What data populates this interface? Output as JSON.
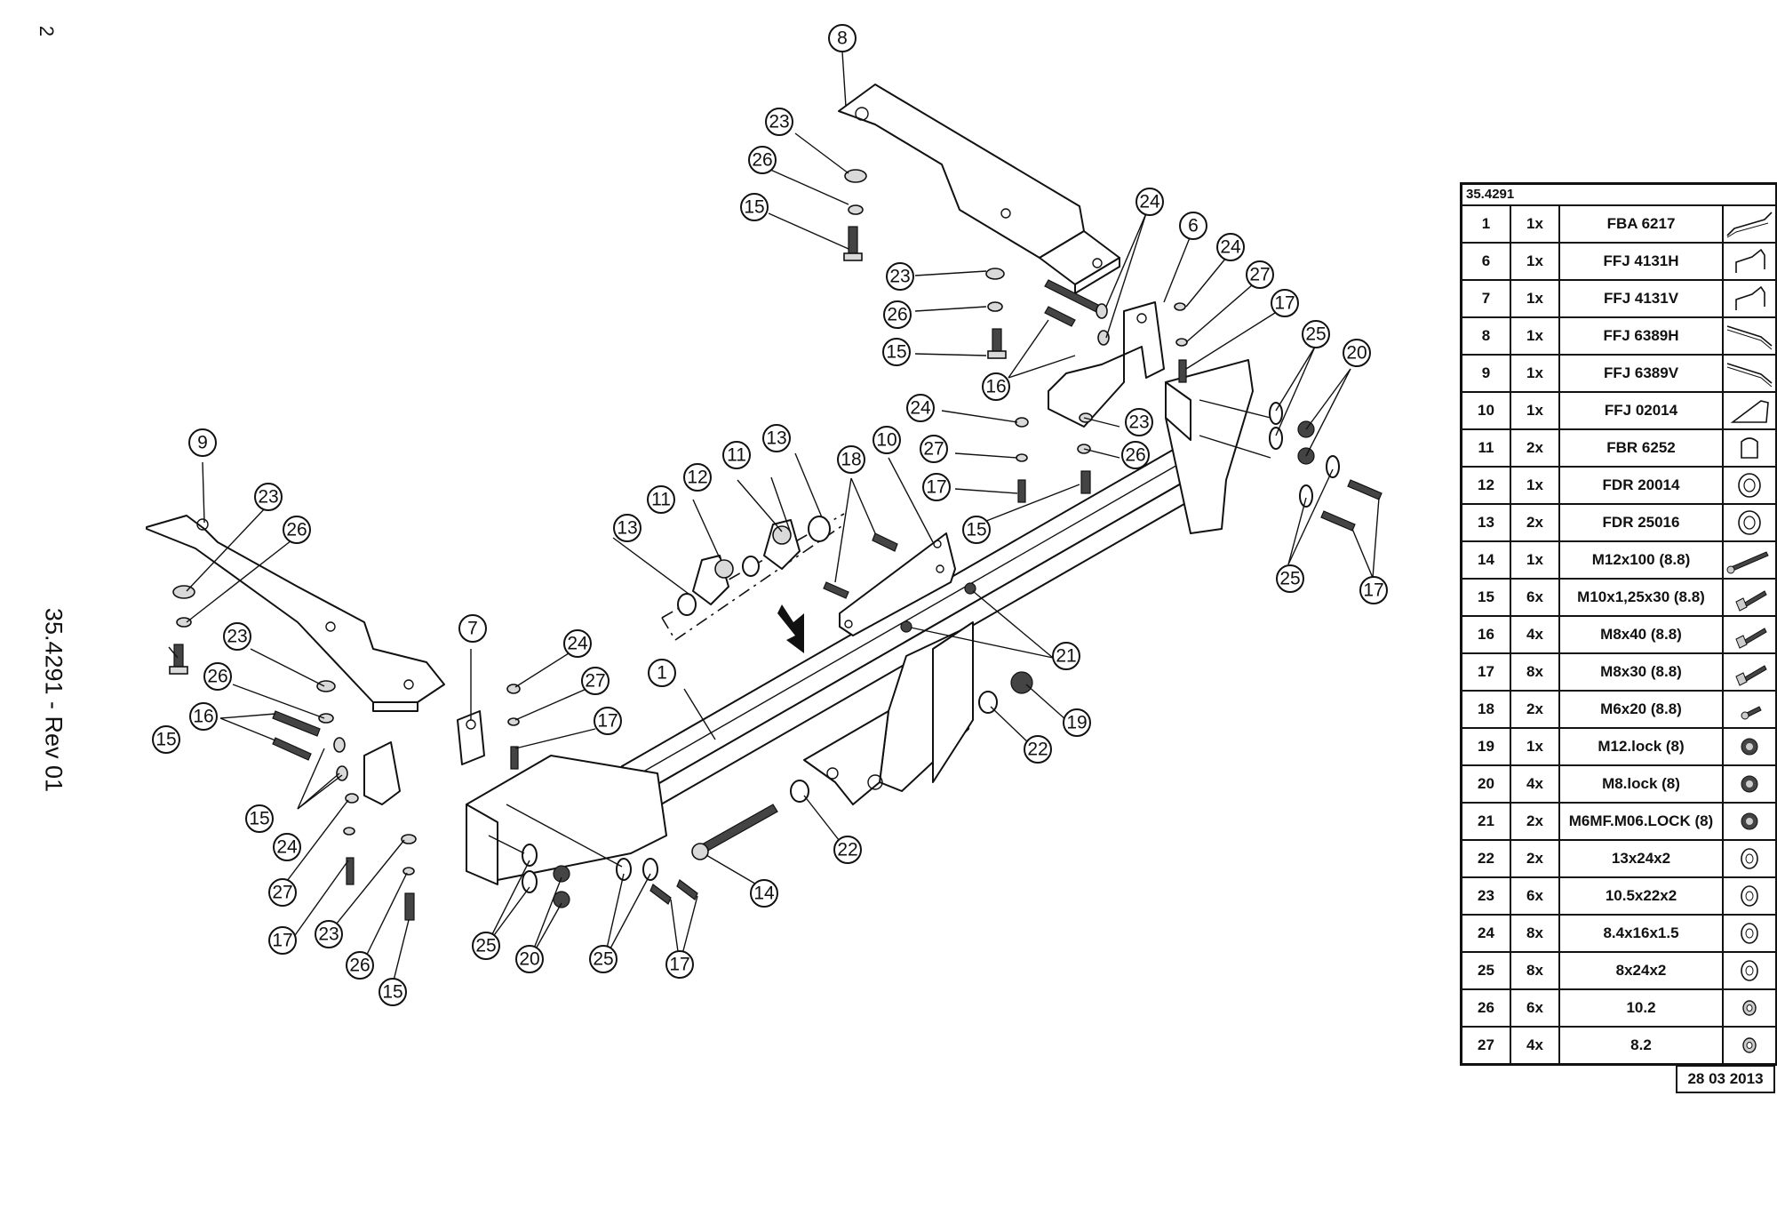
{
  "page_number": "2",
  "document": {
    "reference": "35.4291 - Rev 01"
  },
  "callouts": [
    "1",
    "6",
    "7",
    "8",
    "9",
    "10",
    "11",
    "12",
    "13",
    "14",
    "15",
    "16",
    "17",
    "18",
    "19",
    "20",
    "21",
    "22",
    "23",
    "24",
    "25",
    "26",
    "27"
  ],
  "parts_list": {
    "header": "35.4291",
    "rows": [
      {
        "pos": "1",
        "qty": "1x",
        "code": "FBA 6217",
        "icon": "tow-bar-bracket-icon"
      },
      {
        "pos": "6",
        "qty": "1x",
        "code": "FFJ 4131H",
        "icon": "side-bracket-icon"
      },
      {
        "pos": "7",
        "qty": "1x",
        "code": "FFJ 4131V",
        "icon": "side-bracket-icon"
      },
      {
        "pos": "8",
        "qty": "1x",
        "code": "FFJ 6389H",
        "icon": "long-bracket-icon"
      },
      {
        "pos": "9",
        "qty": "1x",
        "code": "FFJ 6389V",
        "icon": "long-bracket-icon"
      },
      {
        "pos": "10",
        "qty": "1x",
        "code": "FFJ 02014",
        "icon": "socket-plate-icon"
      },
      {
        "pos": "11",
        "qty": "2x",
        "code": "FBR 6252",
        "icon": "spacer-block-icon"
      },
      {
        "pos": "12",
        "qty": "1x",
        "code": "FDR 20014",
        "icon": "bush-icon"
      },
      {
        "pos": "13",
        "qty": "2x",
        "code": "FDR 25016",
        "icon": "bush-icon"
      },
      {
        "pos": "14",
        "qty": "1x",
        "code": "M12x100 (8.8)",
        "icon": "long-bolt-icon"
      },
      {
        "pos": "15",
        "qty": "6x",
        "code": "M10x1,25x30 (8.8)",
        "icon": "bolt-icon"
      },
      {
        "pos": "16",
        "qty": "4x",
        "code": "M8x40 (8.8)",
        "icon": "bolt-icon"
      },
      {
        "pos": "17",
        "qty": "8x",
        "code": "M8x30 (8.8)",
        "icon": "bolt-icon"
      },
      {
        "pos": "18",
        "qty": "2x",
        "code": "M6x20 (8.8)",
        "icon": "small-bolt-icon"
      },
      {
        "pos": "19",
        "qty": "1x",
        "code": "M12.lock (8)",
        "icon": "lock-nut-icon"
      },
      {
        "pos": "20",
        "qty": "4x",
        "code": "M8.lock (8)",
        "icon": "lock-nut-icon"
      },
      {
        "pos": "21",
        "qty": "2x",
        "code": "M6MF.M06.LOCK (8)",
        "icon": "lock-nut-icon"
      },
      {
        "pos": "22",
        "qty": "2x",
        "code": "13x24x2",
        "icon": "washer-icon"
      },
      {
        "pos": "23",
        "qty": "6x",
        "code": "10.5x22x2",
        "icon": "washer-icon"
      },
      {
        "pos": "24",
        "qty": "8x",
        "code": "8.4x16x1.5",
        "icon": "washer-icon"
      },
      {
        "pos": "25",
        "qty": "8x",
        "code": "8x24x2",
        "icon": "washer-icon"
      },
      {
        "pos": "26",
        "qty": "6x",
        "code": "10.2",
        "icon": "spring-washer-icon"
      },
      {
        "pos": "27",
        "qty": "4x",
        "code": "8.2",
        "icon": "spring-washer-icon"
      }
    ],
    "date": "28 03 2013"
  }
}
